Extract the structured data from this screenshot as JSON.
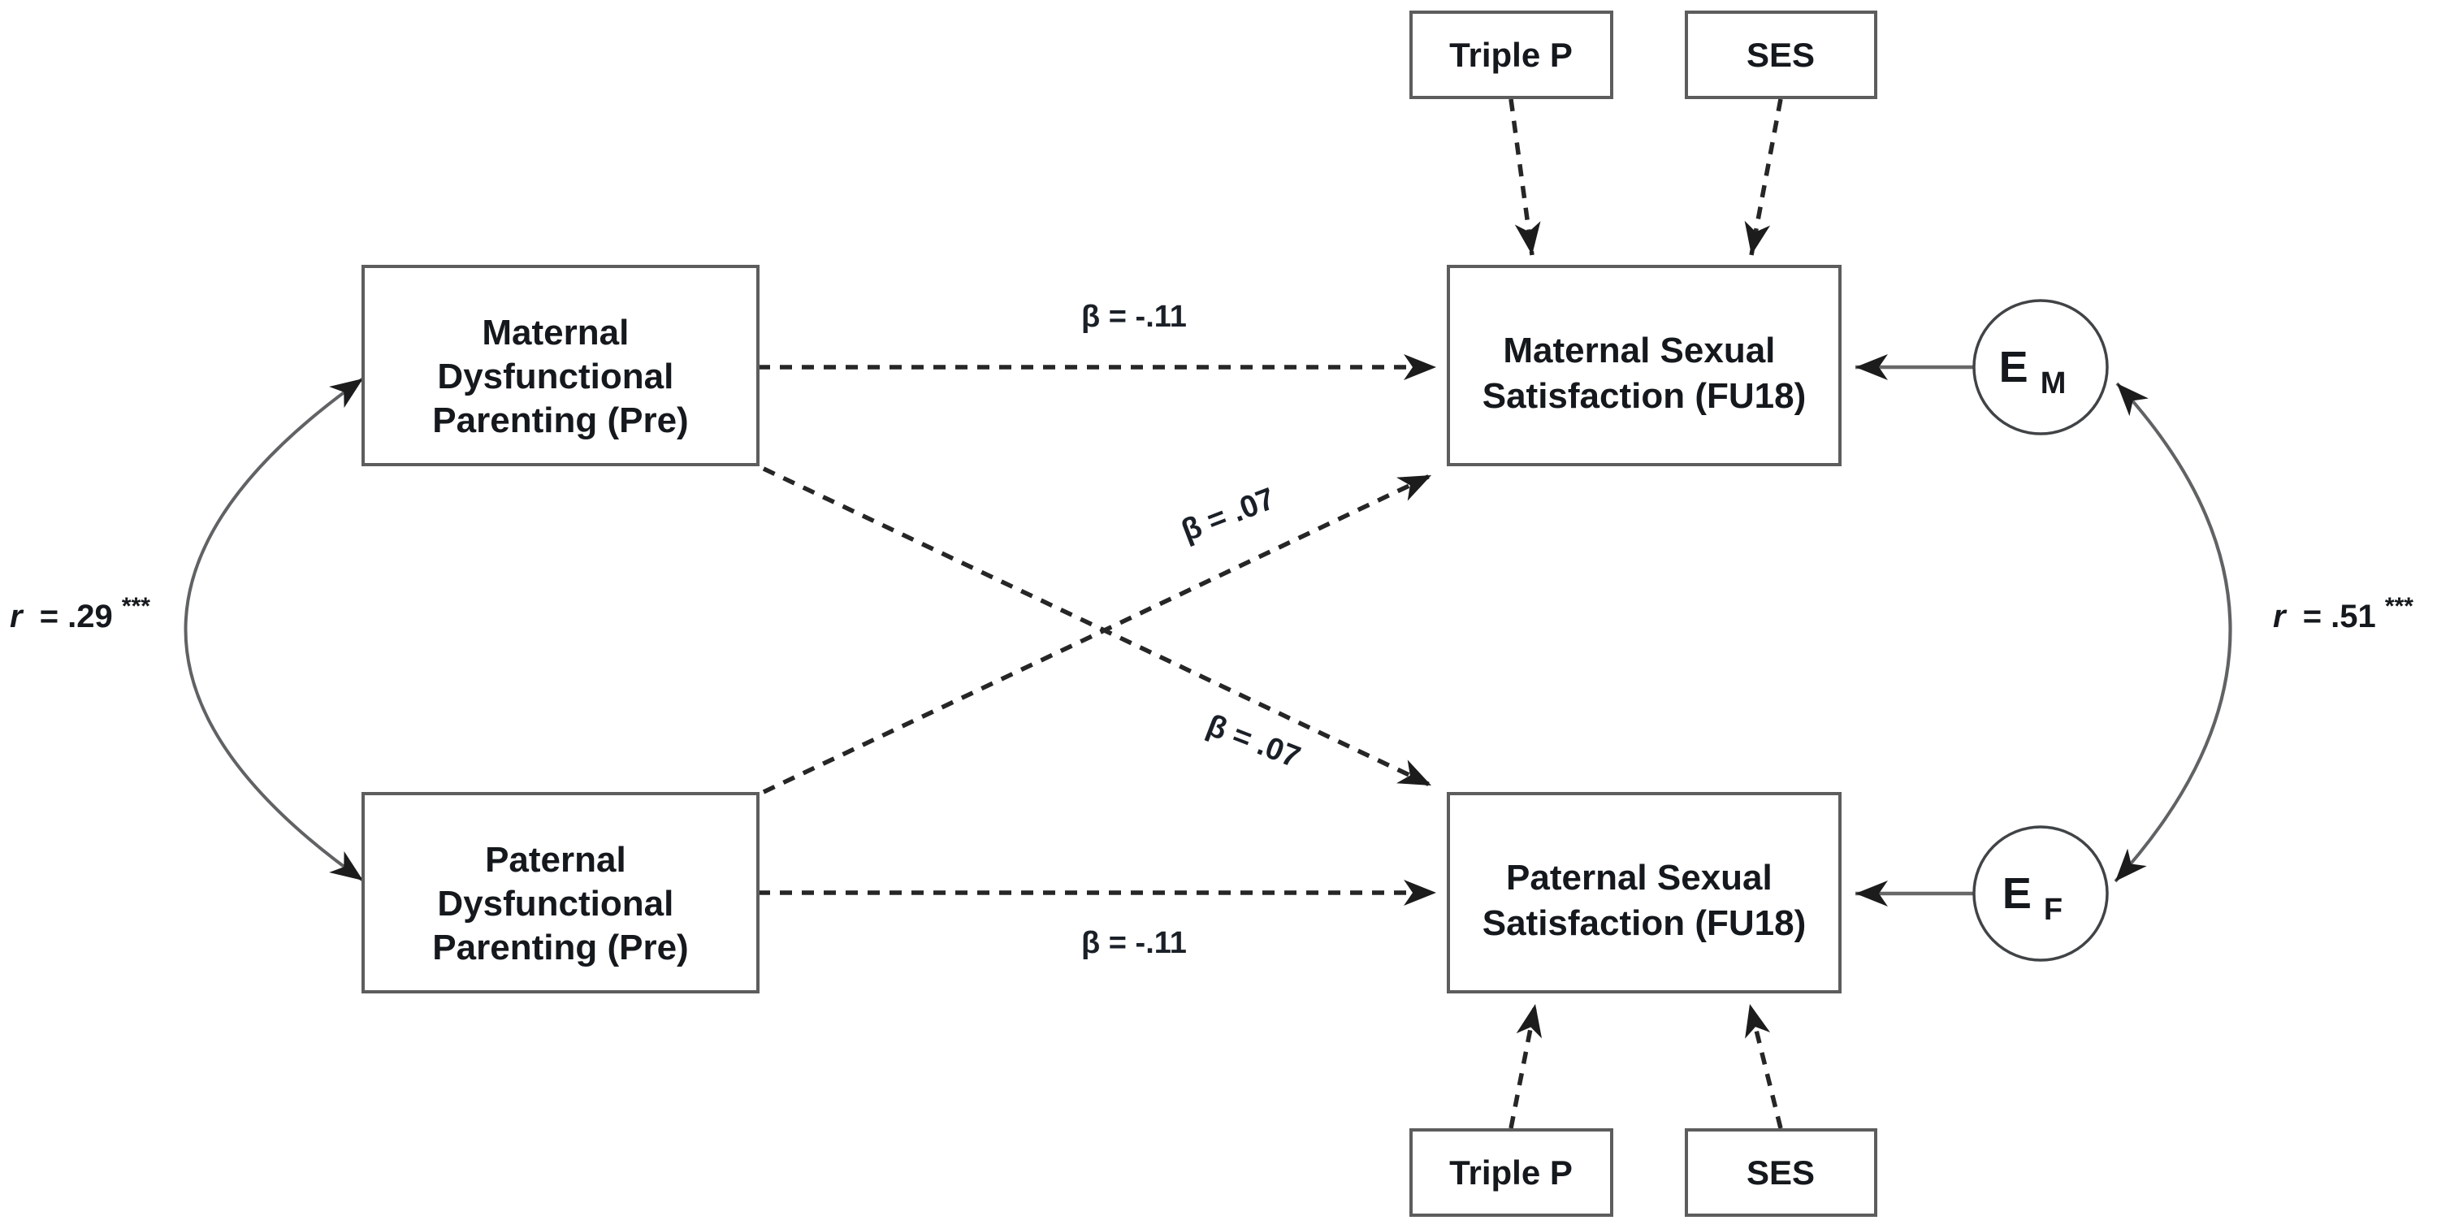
{
  "nodes": {
    "maternal_parenting": {
      "lines": [
        "Maternal",
        "Dysfunctional",
        "Parenting (Pre)"
      ]
    },
    "paternal_parenting": {
      "lines": [
        "Paternal",
        "Dysfunctional",
        "Parenting (Pre)"
      ]
    },
    "maternal_satisfaction": {
      "lines": [
        "Maternal Sexual",
        "Satisfaction (FU18)"
      ]
    },
    "paternal_satisfaction": {
      "lines": [
        "Paternal Sexual",
        "Satisfaction (FU18)"
      ]
    },
    "triple_p_top": {
      "label": "Triple P"
    },
    "ses_top": {
      "label": "SES"
    },
    "triple_p_bottom": {
      "label": "Triple P"
    },
    "ses_bottom": {
      "label": "SES"
    },
    "error_maternal": {
      "symbol": "E",
      "subscript": "M"
    },
    "error_paternal": {
      "symbol": "E",
      "subscript": "F"
    }
  },
  "paths": {
    "maternal_direct": {
      "label": "β = -.11"
    },
    "paternal_direct": {
      "label": "β = -.11"
    },
    "paternal_to_maternal_cross": {
      "label": "β = .07"
    },
    "maternal_to_paternal_cross": {
      "label": "β = .07"
    },
    "parenting_correlation": {
      "sym": "r",
      "rest": "= .29",
      "stars": "***"
    },
    "error_correlation": {
      "sym": "r",
      "rest": "= .51",
      "stars": "***"
    }
  },
  "colors": {
    "background": "#ffffff",
    "box_border": "#5d5d5d",
    "dashed_line": "#262626",
    "solid_line": "#686868",
    "text": "#15181c"
  }
}
